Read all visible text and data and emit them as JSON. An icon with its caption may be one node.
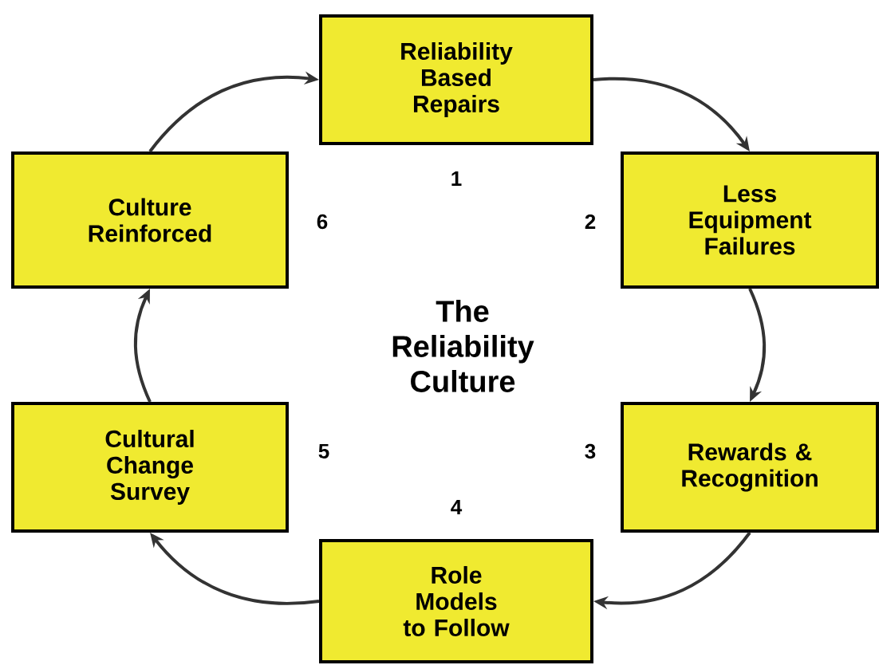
{
  "diagram": {
    "nodes": [
      {
        "text": [
          "Reliability Based Repairs"
        ]
      },
      {
        "text": [
          "Less Equipment Failures"
        ]
      },
      {
        "text": [
          "Rewards & Recognition"
        ]
      },
      {
        "text": [
          "Role Models to Follow"
        ]
      },
      {
        "text": [
          "Cultural Change Survey"
        ]
      },
      {
        "text": [
          "Culture Reinforced"
        ]
      }
    ],
    "edges": [
      {
        "from": 0,
        "to": 1,
        "arrow": "to"
      },
      {
        "from": 1,
        "to": 2,
        "arrow": "to"
      },
      {
        "from": 2,
        "to": 3,
        "arrow": "to"
      },
      {
        "from": 3,
        "to": 4,
        "arrow": "to"
      },
      {
        "from": 4,
        "to": 5,
        "arrow": "to"
      },
      {
        "from": 5,
        "to": 0,
        "arrow": "to"
      }
    ],
    "labels": [
      "1",
      "6",
      "2",
      "The Reliability Culture",
      "5",
      "3",
      "4"
    ]
  }
}
